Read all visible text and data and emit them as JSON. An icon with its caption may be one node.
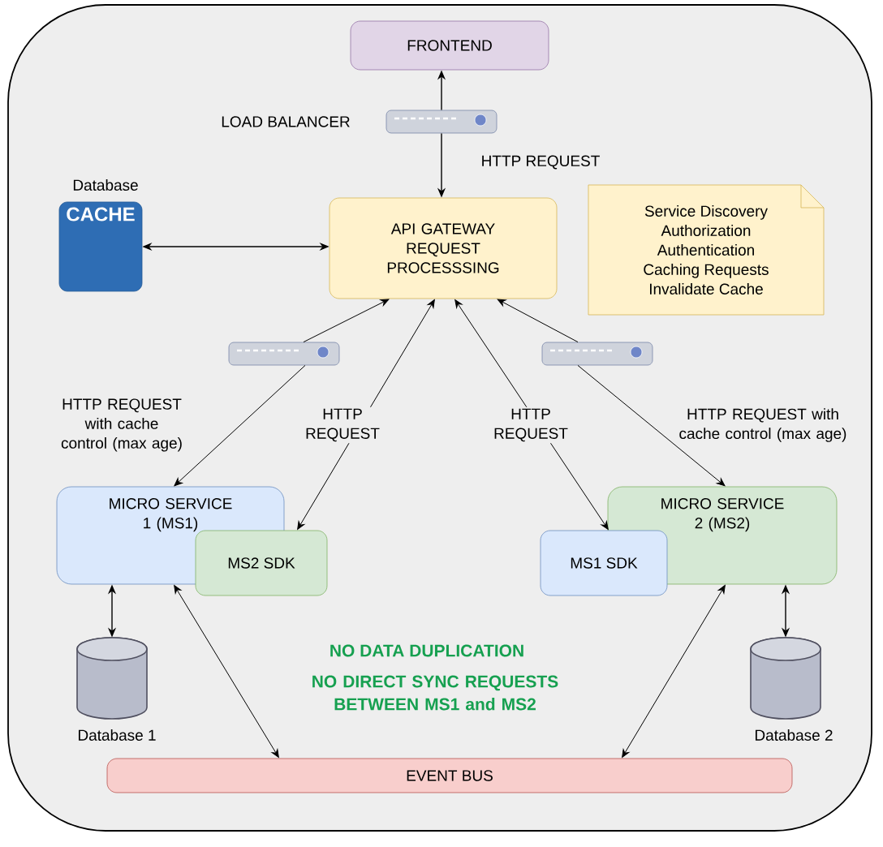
{
  "diagram": {
    "nodes": [
      {
        "text": [
          "FRONTEND"
        ]
      },
      {
        "text": [],
        "shape": "box",
        "beside": [
          "LOAD BALANCER"
        ]
      },
      {
        "text": [
          "CACHE"
        ],
        "beside": [
          "Database"
        ]
      },
      {
        "text": [
          "API GATEWAY REQUEST PROCESSSING"
        ]
      },
      {
        "text": [
          "Service Discovery",
          "Authorization",
          "Authentication",
          "Caching Requests",
          "Invalidate Cache"
        ]
      },
      {
        "text": [],
        "shape": "box"
      },
      {
        "text": [],
        "shape": "box"
      },
      {
        "text": [
          "MICRO SERVICE 1 (MS1)"
        ]
      },
      {
        "text": [
          "MS2 SDK"
        ]
      },
      {
        "text": [
          "MS1 SDK"
        ]
      },
      {
        "text": [
          "MICRO SERVICE 2 (MS2)"
        ]
      },
      {
        "text": [],
        "shape": "cylinder",
        "beside": [
          "Database 1"
        ]
      },
      {
        "text": [],
        "shape": "cylinder",
        "beside": [
          "Database 2"
        ]
      },
      {
        "text": [
          "EVENT BUS"
        ]
      }
    ],
    "edges": [
      {
        "from": 1,
        "to": 0,
        "arrow": "to"
      },
      {
        "from": 1,
        "to": 3,
        "arrow": "to",
        "label": "HTTP REQUEST"
      },
      {
        "from": 2,
        "to": 3,
        "arrow": "both"
      },
      {
        "from": 5,
        "to": 3,
        "arrow": "to"
      },
      {
        "from": 5,
        "to": 7,
        "arrow": "to",
        "label": "HTTP REQUEST with cache control (max age)"
      },
      {
        "from": 3,
        "to": 8,
        "arrow": "both",
        "label": "HTTP REQUEST"
      },
      {
        "from": 3,
        "to": 9,
        "arrow": "both",
        "label": "HTTP REQUEST"
      },
      {
        "from": 6,
        "to": 3,
        "arrow": "to"
      },
      {
        "from": 6,
        "to": 10,
        "arrow": "to",
        "label": "HTTP REQUEST with cache control (max age)"
      },
      {
        "from": 7,
        "to": 11,
        "arrow": "both"
      },
      {
        "from": 7,
        "to": 13,
        "arrow": "both"
      },
      {
        "from": 10,
        "to": 13,
        "arrow": "both"
      },
      {
        "from": 10,
        "to": 12,
        "arrow": "both"
      }
    ],
    "labels": [
      "NO DATA DUPLICATION",
      "NO DIRECT SYNC REQUESTS BETWEEN MS1 and MS2"
    ]
  }
}
